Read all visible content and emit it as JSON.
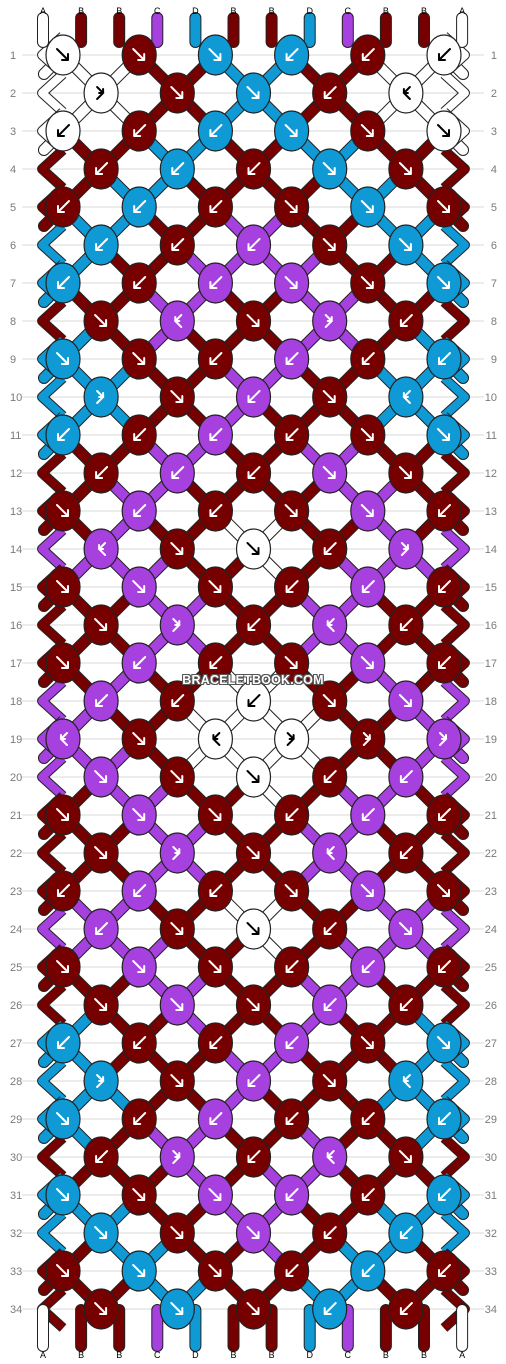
{
  "colors": {
    "A": "#ffffff",
    "B": "#760000",
    "C": "#a640de",
    "D": "#0f9ad6"
  },
  "strings_top": [
    "A",
    "B",
    "B",
    "C",
    "D",
    "B",
    "B",
    "D",
    "C",
    "B",
    "B",
    "A"
  ],
  "strings_bottom": [
    "A",
    "B",
    "B",
    "C",
    "D",
    "B",
    "B",
    "D",
    "C",
    "B",
    "B",
    "A"
  ],
  "row_numbers": [
    "1",
    "2",
    "3",
    "4",
    "5",
    "6",
    "7",
    "8",
    "9",
    "10",
    "11",
    "12",
    "13",
    "14",
    "15",
    "16",
    "17",
    "18",
    "19",
    "20",
    "21",
    "22",
    "23",
    "24",
    "25",
    "26",
    "27",
    "28",
    "29",
    "30",
    "31",
    "32",
    "33",
    "34"
  ],
  "watermark": "BRACELETBOOK.COM",
  "knots": [
    {
      "row": 1,
      "col": 0,
      "color": "A",
      "dir": "se"
    },
    {
      "row": 1,
      "col": 2,
      "color": "B",
      "dir": "se"
    },
    {
      "row": 1,
      "col": 4,
      "color": "D",
      "dir": "se"
    },
    {
      "row": 1,
      "col": 6,
      "color": "D",
      "dir": "sw"
    },
    {
      "row": 1,
      "col": 8,
      "color": "B",
      "dir": "sw"
    },
    {
      "row": 1,
      "col": 10,
      "color": "A",
      "dir": "sw"
    },
    {
      "row": 2,
      "col": 1,
      "color": "A",
      "dir": "se-b"
    },
    {
      "row": 2,
      "col": 3,
      "color": "B",
      "dir": "se"
    },
    {
      "row": 2,
      "col": 5,
      "color": "D",
      "dir": "se"
    },
    {
      "row": 2,
      "col": 7,
      "color": "B",
      "dir": "sw"
    },
    {
      "row": 2,
      "col": 9,
      "color": "A",
      "dir": "sw-b"
    },
    {
      "row": 3,
      "col": 0,
      "color": "A",
      "dir": "sw"
    },
    {
      "row": 3,
      "col": 2,
      "color": "B",
      "dir": "sw"
    },
    {
      "row": 3,
      "col": 4,
      "color": "D",
      "dir": "sw"
    },
    {
      "row": 3,
      "col": 6,
      "color": "D",
      "dir": "se"
    },
    {
      "row": 3,
      "col": 8,
      "color": "B",
      "dir": "se"
    },
    {
      "row": 3,
      "col": 10,
      "color": "A",
      "dir": "se"
    },
    {
      "row": 4,
      "col": 1,
      "color": "B",
      "dir": "sw"
    },
    {
      "row": 4,
      "col": 3,
      "color": "D",
      "dir": "sw"
    },
    {
      "row": 4,
      "col": 5,
      "color": "B",
      "dir": "sw"
    },
    {
      "row": 4,
      "col": 7,
      "color": "D",
      "dir": "se"
    },
    {
      "row": 4,
      "col": 9,
      "color": "B",
      "dir": "se"
    },
    {
      "row": 5,
      "col": 0,
      "color": "B",
      "dir": "sw"
    },
    {
      "row": 5,
      "col": 2,
      "color": "D",
      "dir": "sw"
    },
    {
      "row": 5,
      "col": 4,
      "color": "B",
      "dir": "sw"
    },
    {
      "row": 5,
      "col": 6,
      "color": "B",
      "dir": "se"
    },
    {
      "row": 5,
      "col": 8,
      "color": "D",
      "dir": "se"
    },
    {
      "row": 5,
      "col": 10,
      "color": "B",
      "dir": "se"
    },
    {
      "row": 6,
      "col": 1,
      "color": "D",
      "dir": "sw"
    },
    {
      "row": 6,
      "col": 3,
      "color": "B",
      "dir": "sw"
    },
    {
      "row": 6,
      "col": 5,
      "color": "C",
      "dir": "sw"
    },
    {
      "row": 6,
      "col": 7,
      "color": "B",
      "dir": "se"
    },
    {
      "row": 6,
      "col": 9,
      "color": "D",
      "dir": "se"
    },
    {
      "row": 7,
      "col": 0,
      "color": "D",
      "dir": "sw"
    },
    {
      "row": 7,
      "col": 2,
      "color": "B",
      "dir": "sw"
    },
    {
      "row": 7,
      "col": 4,
      "color": "C",
      "dir": "sw"
    },
    {
      "row": 7,
      "col": 6,
      "color": "C",
      "dir": "se"
    },
    {
      "row": 7,
      "col": 8,
      "color": "B",
      "dir": "se"
    },
    {
      "row": 7,
      "col": 10,
      "color": "D",
      "dir": "se"
    },
    {
      "row": 8,
      "col": 1,
      "color": "B",
      "dir": "se"
    },
    {
      "row": 8,
      "col": 3,
      "color": "C",
      "dir": "sw-b"
    },
    {
      "row": 8,
      "col": 5,
      "color": "B",
      "dir": "se"
    },
    {
      "row": 8,
      "col": 7,
      "color": "C",
      "dir": "se-b"
    },
    {
      "row": 8,
      "col": 9,
      "color": "B",
      "dir": "sw"
    },
    {
      "row": 9,
      "col": 0,
      "color": "D",
      "dir": "se"
    },
    {
      "row": 9,
      "col": 2,
      "color": "B",
      "dir": "se"
    },
    {
      "row": 9,
      "col": 4,
      "color": "B",
      "dir": "sw"
    },
    {
      "row": 9,
      "col": 6,
      "color": "C",
      "dir": "sw"
    },
    {
      "row": 9,
      "col": 8,
      "color": "B",
      "dir": "sw"
    },
    {
      "row": 9,
      "col": 10,
      "color": "D",
      "dir": "sw"
    },
    {
      "row": 10,
      "col": 1,
      "color": "D",
      "dir": "se-b"
    },
    {
      "row": 10,
      "col": 3,
      "color": "B",
      "dir": "se"
    },
    {
      "row": 10,
      "col": 5,
      "color": "C",
      "dir": "sw"
    },
    {
      "row": 10,
      "col": 7,
      "color": "B",
      "dir": "se"
    },
    {
      "row": 10,
      "col": 9,
      "color": "D",
      "dir": "sw-b"
    },
    {
      "row": 11,
      "col": 0,
      "color": "D",
      "dir": "sw"
    },
    {
      "row": 11,
      "col": 2,
      "color": "B",
      "dir": "sw"
    },
    {
      "row": 11,
      "col": 4,
      "color": "C",
      "dir": "sw"
    },
    {
      "row": 11,
      "col": 6,
      "color": "B",
      "dir": "sw"
    },
    {
      "row": 11,
      "col": 8,
      "color": "B",
      "dir": "se"
    },
    {
      "row": 11,
      "col": 10,
      "color": "D",
      "dir": "se"
    },
    {
      "row": 12,
      "col": 1,
      "color": "B",
      "dir": "sw"
    },
    {
      "row": 12,
      "col": 3,
      "color": "C",
      "dir": "sw"
    },
    {
      "row": 12,
      "col": 5,
      "color": "B",
      "dir": "sw"
    },
    {
      "row": 12,
      "col": 7,
      "color": "C",
      "dir": "se"
    },
    {
      "row": 12,
      "col": 9,
      "color": "B",
      "dir": "se"
    },
    {
      "row": 13,
      "col": 0,
      "color": "B",
      "dir": "se"
    },
    {
      "row": 13,
      "col": 2,
      "color": "C",
      "dir": "sw"
    },
    {
      "row": 13,
      "col": 4,
      "color": "B",
      "dir": "sw"
    },
    {
      "row": 13,
      "col": 6,
      "color": "B",
      "dir": "se"
    },
    {
      "row": 13,
      "col": 8,
      "color": "C",
      "dir": "se"
    },
    {
      "row": 13,
      "col": 10,
      "color": "B",
      "dir": "sw"
    },
    {
      "row": 14,
      "col": 1,
      "color": "C",
      "dir": "sw-b"
    },
    {
      "row": 14,
      "col": 3,
      "color": "B",
      "dir": "se"
    },
    {
      "row": 14,
      "col": 5,
      "color": "A",
      "dir": "se"
    },
    {
      "row": 14,
      "col": 7,
      "color": "B",
      "dir": "sw"
    },
    {
      "row": 14,
      "col": 9,
      "color": "C",
      "dir": "se-b"
    },
    {
      "row": 15,
      "col": 0,
      "color": "B",
      "dir": "se"
    },
    {
      "row": 15,
      "col": 2,
      "color": "C",
      "dir": "se"
    },
    {
      "row": 15,
      "col": 4,
      "color": "B",
      "dir": "se"
    },
    {
      "row": 15,
      "col": 6,
      "color": "B",
      "dir": "sw"
    },
    {
      "row": 15,
      "col": 8,
      "color": "C",
      "dir": "sw"
    },
    {
      "row": 15,
      "col": 10,
      "color": "B",
      "dir": "sw"
    },
    {
      "row": 16,
      "col": 1,
      "color": "B",
      "dir": "se"
    },
    {
      "row": 16,
      "col": 3,
      "color": "C",
      "dir": "se-b"
    },
    {
      "row": 16,
      "col": 5,
      "color": "B",
      "dir": "sw"
    },
    {
      "row": 16,
      "col": 7,
      "color": "C",
      "dir": "sw-b"
    },
    {
      "row": 16,
      "col": 9,
      "color": "B",
      "dir": "sw"
    },
    {
      "row": 17,
      "col": 0,
      "color": "B",
      "dir": "se"
    },
    {
      "row": 17,
      "col": 2,
      "color": "C",
      "dir": "sw"
    },
    {
      "row": 17,
      "col": 4,
      "color": "B",
      "dir": "sw"
    },
    {
      "row": 17,
      "col": 6,
      "color": "B",
      "dir": "se"
    },
    {
      "row": 17,
      "col": 8,
      "color": "C",
      "dir": "se"
    },
    {
      "row": 17,
      "col": 10,
      "color": "B",
      "dir": "sw"
    },
    {
      "row": 18,
      "col": 1,
      "color": "C",
      "dir": "sw"
    },
    {
      "row": 18,
      "col": 3,
      "color": "B",
      "dir": "sw"
    },
    {
      "row": 18,
      "col": 5,
      "color": "A",
      "dir": "sw"
    },
    {
      "row": 18,
      "col": 7,
      "color": "B",
      "dir": "se"
    },
    {
      "row": 18,
      "col": 9,
      "color": "C",
      "dir": "se"
    },
    {
      "row": 19,
      "col": 0,
      "color": "C",
      "dir": "sw-b"
    },
    {
      "row": 19,
      "col": 2,
      "color": "B",
      "dir": "se"
    },
    {
      "row": 19,
      "col": 4,
      "color": "A",
      "dir": "sw-b"
    },
    {
      "row": 19,
      "col": 6,
      "color": "A",
      "dir": "se-b"
    },
    {
      "row": 19,
      "col": 8,
      "color": "B",
      "dir": "se-b"
    },
    {
      "row": 19,
      "col": 10,
      "color": "C",
      "dir": "se-b"
    },
    {
      "row": 20,
      "col": 1,
      "color": "C",
      "dir": "se"
    },
    {
      "row": 20,
      "col": 3,
      "color": "B",
      "dir": "se"
    },
    {
      "row": 20,
      "col": 5,
      "color": "A",
      "dir": "se"
    },
    {
      "row": 20,
      "col": 7,
      "color": "B",
      "dir": "sw"
    },
    {
      "row": 20,
      "col": 9,
      "color": "C",
      "dir": "sw"
    },
    {
      "row": 21,
      "col": 0,
      "color": "B",
      "dir": "se"
    },
    {
      "row": 21,
      "col": 2,
      "color": "C",
      "dir": "se"
    },
    {
      "row": 21,
      "col": 4,
      "color": "B",
      "dir": "se"
    },
    {
      "row": 21,
      "col": 6,
      "color": "B",
      "dir": "sw"
    },
    {
      "row": 21,
      "col": 8,
      "color": "C",
      "dir": "sw"
    },
    {
      "row": 21,
      "col": 10,
      "color": "B",
      "dir": "sw"
    },
    {
      "row": 22,
      "col": 1,
      "color": "B",
      "dir": "se"
    },
    {
      "row": 22,
      "col": 3,
      "color": "C",
      "dir": "se-b"
    },
    {
      "row": 22,
      "col": 5,
      "color": "B",
      "dir": "se"
    },
    {
      "row": 22,
      "col": 7,
      "color": "C",
      "dir": "sw-b"
    },
    {
      "row": 22,
      "col": 9,
      "color": "B",
      "dir": "sw"
    },
    {
      "row": 23,
      "col": 0,
      "color": "B",
      "dir": "sw"
    },
    {
      "row": 23,
      "col": 2,
      "color": "C",
      "dir": "sw"
    },
    {
      "row": 23,
      "col": 4,
      "color": "B",
      "dir": "sw"
    },
    {
      "row": 23,
      "col": 6,
      "color": "B",
      "dir": "se"
    },
    {
      "row": 23,
      "col": 8,
      "color": "C",
      "dir": "se"
    },
    {
      "row": 23,
      "col": 10,
      "color": "B",
      "dir": "se"
    },
    {
      "row": 24,
      "col": 1,
      "color": "C",
      "dir": "sw"
    },
    {
      "row": 24,
      "col": 3,
      "color": "B",
      "dir": "se"
    },
    {
      "row": 24,
      "col": 5,
      "color": "A",
      "dir": "se"
    },
    {
      "row": 24,
      "col": 7,
      "color": "B",
      "dir": "sw"
    },
    {
      "row": 24,
      "col": 9,
      "color": "C",
      "dir": "se"
    },
    {
      "row": 25,
      "col": 0,
      "color": "B",
      "dir": "se"
    },
    {
      "row": 25,
      "col": 2,
      "color": "C",
      "dir": "se"
    },
    {
      "row": 25,
      "col": 4,
      "color": "B",
      "dir": "se"
    },
    {
      "row": 25,
      "col": 6,
      "color": "B",
      "dir": "sw"
    },
    {
      "row": 25,
      "col": 8,
      "color": "C",
      "dir": "sw"
    },
    {
      "row": 25,
      "col": 10,
      "color": "B",
      "dir": "sw"
    },
    {
      "row": 26,
      "col": 1,
      "color": "B",
      "dir": "se"
    },
    {
      "row": 26,
      "col": 3,
      "color": "C",
      "dir": "se"
    },
    {
      "row": 26,
      "col": 5,
      "color": "B",
      "dir": "se"
    },
    {
      "row": 26,
      "col": 7,
      "color": "C",
      "dir": "sw"
    },
    {
      "row": 26,
      "col": 9,
      "color": "B",
      "dir": "sw"
    },
    {
      "row": 27,
      "col": 0,
      "color": "D",
      "dir": "sw"
    },
    {
      "row": 27,
      "col": 2,
      "color": "B",
      "dir": "sw"
    },
    {
      "row": 27,
      "col": 4,
      "color": "B",
      "dir": "sw"
    },
    {
      "row": 27,
      "col": 6,
      "color": "C",
      "dir": "sw"
    },
    {
      "row": 27,
      "col": 8,
      "color": "B",
      "dir": "se"
    },
    {
      "row": 27,
      "col": 10,
      "color": "D",
      "dir": "se"
    },
    {
      "row": 28,
      "col": 1,
      "color": "D",
      "dir": "se-b"
    },
    {
      "row": 28,
      "col": 3,
      "color": "B",
      "dir": "se"
    },
    {
      "row": 28,
      "col": 5,
      "color": "C",
      "dir": "sw"
    },
    {
      "row": 28,
      "col": 7,
      "color": "B",
      "dir": "se"
    },
    {
      "row": 28,
      "col": 9,
      "color": "D",
      "dir": "sw-b"
    },
    {
      "row": 29,
      "col": 0,
      "color": "D",
      "dir": "se"
    },
    {
      "row": 29,
      "col": 2,
      "color": "B",
      "dir": "sw"
    },
    {
      "row": 29,
      "col": 4,
      "color": "C",
      "dir": "sw"
    },
    {
      "row": 29,
      "col": 6,
      "color": "B",
      "dir": "sw"
    },
    {
      "row": 29,
      "col": 8,
      "color": "B",
      "dir": "sw"
    },
    {
      "row": 29,
      "col": 10,
      "color": "D",
      "dir": "sw"
    },
    {
      "row": 30,
      "col": 1,
      "color": "B",
      "dir": "sw"
    },
    {
      "row": 30,
      "col": 3,
      "color": "C",
      "dir": "se-b"
    },
    {
      "row": 30,
      "col": 5,
      "color": "B",
      "dir": "sw"
    },
    {
      "row": 30,
      "col": 7,
      "color": "C",
      "dir": "sw-b"
    },
    {
      "row": 30,
      "col": 9,
      "color": "B",
      "dir": "se"
    },
    {
      "row": 31,
      "col": 0,
      "color": "D",
      "dir": "se"
    },
    {
      "row": 31,
      "col": 2,
      "color": "B",
      "dir": "se"
    },
    {
      "row": 31,
      "col": 4,
      "color": "C",
      "dir": "se"
    },
    {
      "row": 31,
      "col": 6,
      "color": "C",
      "dir": "sw"
    },
    {
      "row": 31,
      "col": 8,
      "color": "B",
      "dir": "sw"
    },
    {
      "row": 31,
      "col": 10,
      "color": "D",
      "dir": "sw"
    },
    {
      "row": 32,
      "col": 1,
      "color": "D",
      "dir": "se"
    },
    {
      "row": 32,
      "col": 3,
      "color": "B",
      "dir": "se"
    },
    {
      "row": 32,
      "col": 5,
      "color": "C",
      "dir": "se"
    },
    {
      "row": 32,
      "col": 7,
      "color": "B",
      "dir": "sw"
    },
    {
      "row": 32,
      "col": 9,
      "color": "D",
      "dir": "sw"
    },
    {
      "row": 33,
      "col": 0,
      "color": "B",
      "dir": "se"
    },
    {
      "row": 33,
      "col": 2,
      "color": "D",
      "dir": "se"
    },
    {
      "row": 33,
      "col": 4,
      "color": "B",
      "dir": "se"
    },
    {
      "row": 33,
      "col": 6,
      "color": "B",
      "dir": "sw"
    },
    {
      "row": 33,
      "col": 8,
      "color": "D",
      "dir": "sw"
    },
    {
      "row": 33,
      "col": 10,
      "color": "B",
      "dir": "sw"
    },
    {
      "row": 34,
      "col": 1,
      "color": "B",
      "dir": "se"
    },
    {
      "row": 34,
      "col": 3,
      "color": "D",
      "dir": "se"
    },
    {
      "row": 34,
      "col": 5,
      "color": "B",
      "dir": "se"
    },
    {
      "row": 34,
      "col": 7,
      "color": "D",
      "dir": "sw"
    },
    {
      "row": 34,
      "col": 9,
      "color": "B",
      "dir": "sw"
    }
  ]
}
